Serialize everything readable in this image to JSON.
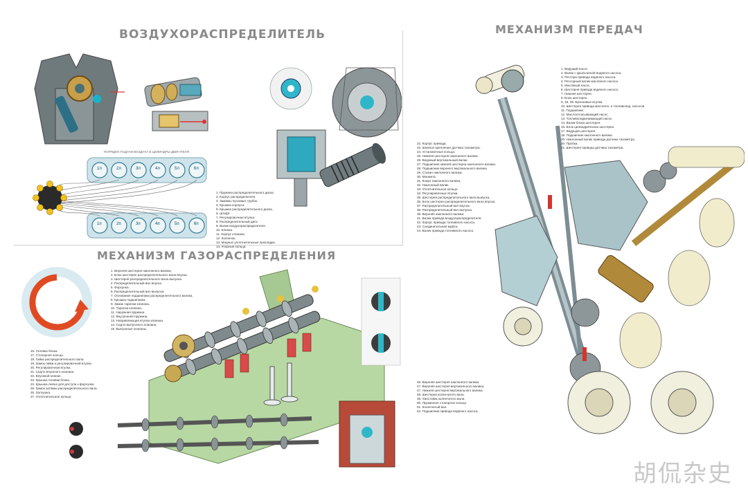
{
  "headings": {
    "air_distributor": "ВОЗДУХОРАСПРЕДЕЛИТЕЛЬ",
    "gas_distribution": "МЕХАНИЗМ ГАЗОРАСПРЕДЕЛЕНИЯ",
    "transmission": "МЕХАНИЗМ ПЕРЕДАЧ"
  },
  "captions": {
    "cylinder_order": "ПОРЯДОК ПОДАЧИ ВОЗДУХА В ЦИЛИНДРЫ ДВИГАТЕЛЯ"
  },
  "cylinders_top": [
    "1л",
    "2л",
    "3л",
    "4л",
    "5л",
    "6л"
  ],
  "cylinders_bottom": [
    "1п",
    "2п",
    "3п",
    "4п",
    "5п",
    "6п"
  ],
  "legend_air": [
    "1. Пружина распределительного диска.",
    "2. Корпус распределителя.",
    "3. Зажимы пусковых трубок.",
    "4. Крышка корпуса.",
    "5. Крышка распределительного диска.",
    "6. Штифт.",
    "7. Регулировочная втулка.",
    "8. Распределительный диск.",
    "9. Валик воздухораспределителя.",
    "10. Клапан.",
    "11. Корпус клапана.",
    "12. Колпачок.",
    "13. Медные уплотнительные прокладки.",
    "14. Упорные кольца."
  ],
  "legend_gas_1": [
    "1. Верхняя шестерня наклонного валика.",
    "2. Блок шестерен распределительного вала впуска.",
    "3. Шестерня распределительного вала выпуска.",
    "4. Распределительный вал впуска.",
    "5. Форсунка.",
    "6. Распределительный вал выпуска.",
    "7. Основание подшипника распределительного валика.",
    "8. Крышка подшипника.",
    "9. Замок тарелки клапана.",
    "10. Тарелка клапана.",
    "11. Наружная пружина.",
    "12. Внутренняя пружина.",
    "13. Направляющая втулка клапана.",
    "14. Седло выпускного клапана.",
    "15. Выпускные клапаны."
  ],
  "legend_gas_2": [
    "16. Головка блока.",
    "17. Стопорное кольцо.",
    "18. Гайка распределительного вала.",
    "19. Замок гайки и регулировочной втулки.",
    "20. Регулировочная втулка.",
    "21. Седло впускного клапана.",
    "22. Впускной клапан.",
    "23. Крышка головки блока.",
    "24. Крышка лючка для доступа к форсунке.",
    "25. Замок затяжки распределительного вала.",
    "26. Заглушка.",
    "27. Уплотнительное кольцо."
  ],
  "legend_trans_1": [
    "1. Ведущий насос.",
    "2. Валик с крыльчаткой водяного насоса.",
    "3. Рессора привода водяного насоса.",
    "4. Рессорный валик масляного насоса.",
    "5. Масляный насос.",
    "6. Шестерня привода водяного насоса.",
    "7. Нижняя шестерня.",
    "8. Блок шестерен.",
    "9, 19, 39. Бронзовые втулки.",
    "10. Шестерня привода маслоотк. и топливопод. насосов.",
    "11. Подшипник.",
    "12. Маслоотсасывающий насос.",
    "13. Топливоподкачивающий насос.",
    "14. Валик блока шестерен.",
    "15. Блок цилиндрических шестерен.",
    "17. Ведущая шестерня.",
    "18. Подшипник наклонного валика.",
    "20. Наклонный валик привода датчика тахометра.",
    "20. Пробка.",
    "21. Шестерня привода датчика тахометра."
  ],
  "legend_trans_2": [
    "22. Корпус привода.",
    "23. Шомпол крепления датчика тахометра.",
    "24. Установочные кольца.",
    "25. Нижняя шестерня наклонного валика.",
    "26. Ведомый вертикальный валик.",
    "27. Подшипник нижней шестерни наклонного валика.",
    "28. Подшипник верхнего вертикального валика.",
    "29. Стакан наклонного валика.",
    "30. Манжета.",
    "31. Кожух наклонного валика.",
    "32. Наклонный валик.",
    "33. Уплотнительное кольцо.",
    "34. Регулировочные втулки.",
    "35. Шестерня распределительного вала выпуска.",
    "36. Блок шестерен распределительного вала впуска.",
    "37. Распределительный вал впуска.",
    "38. Распределительный вал выпуска.",
    "39. Верхняя наклонного валика.",
    "41. Валик привода воздухораспределителя.",
    "42. Корпус привода топливного насоса.",
    "43. Соединительная муфта.",
    "44. Валик привода топливного насоса."
  ],
  "legend_trans_3": [
    "46. Верхняя шестерня наклонного валика.",
    "47. Верхняя шестерня вертикального валика.",
    "47. Нижняя шестерня вертикального валика.",
    "48. Шестерня коленчатого вала.",
    "49. Хвостовик коленчатого вала.",
    "50. Пружинное стопорное кольцо.",
    "51. Коленчатый вал.",
    "52. Подшипник привода водяного насоса."
  ],
  "watermark": "胡侃杂史"
}
